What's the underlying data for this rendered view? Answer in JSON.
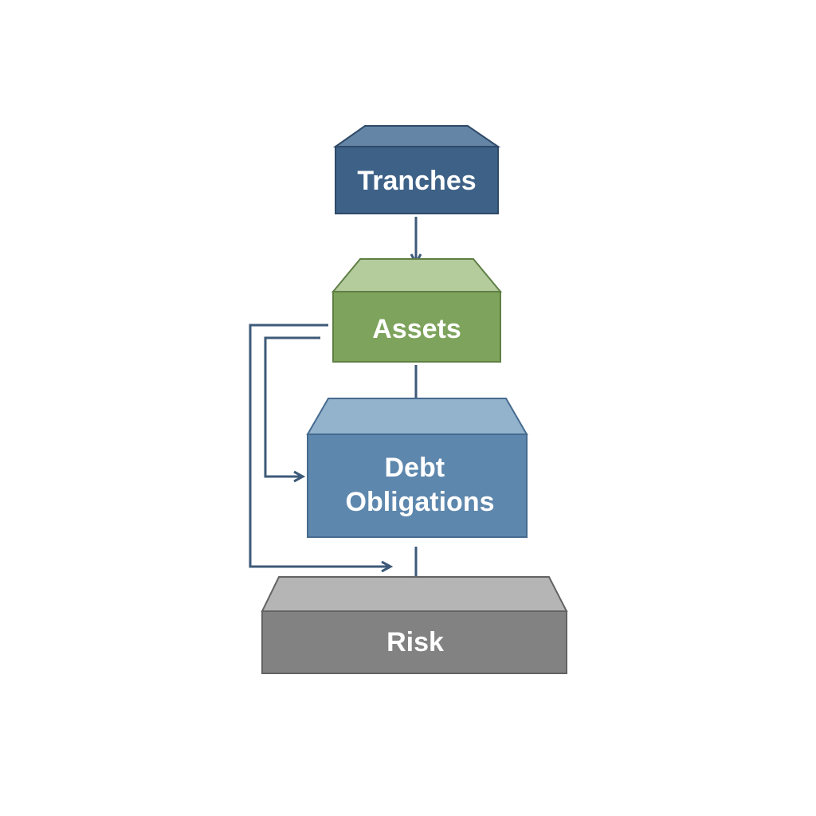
{
  "nodes": [
    {
      "id": "tranches",
      "label": "Tranches",
      "front_color": "#3e6187",
      "top_color": "#6585a6",
      "border_color": "#2f4a68"
    },
    {
      "id": "assets",
      "label": "Assets",
      "front_color": "#7ea35c",
      "top_color": "#b4cb9c",
      "border_color": "#5f7f45"
    },
    {
      "id": "debt-obligations",
      "label": "Debt Obligations",
      "lines": [
        "Debt",
        "Obligations"
      ],
      "front_color": "#5d87ad",
      "top_color": "#93b2cc",
      "border_color": "#456b8f"
    },
    {
      "id": "risk",
      "label": "Risk",
      "front_color": "#828282",
      "top_color": "#b5b5b5",
      "border_color": "#636363"
    }
  ],
  "edges": [
    {
      "from": "tranches",
      "to": "assets"
    },
    {
      "from": "assets",
      "to": "debt-obligations"
    },
    {
      "from": "debt-obligations",
      "to": "risk"
    },
    {
      "from": "assets",
      "to": "risk",
      "route": "outer-loop"
    },
    {
      "from": "assets",
      "to": "debt-obligations",
      "route": "inner-loop"
    }
  ],
  "edge_color": "#3d5a78"
}
